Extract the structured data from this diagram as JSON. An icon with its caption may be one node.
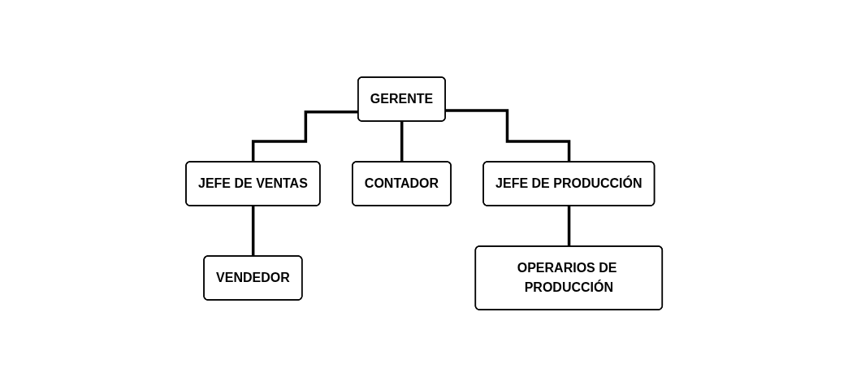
{
  "diagram": {
    "nodes": [
      {
        "text": [
          "GERENTE"
        ]
      },
      {
        "text": [
          "JEFE DE VENTAS"
        ]
      },
      {
        "text": [
          "CONTADOR"
        ]
      },
      {
        "text": [
          "JEFE DE PRODUCCIÓN"
        ]
      },
      {
        "text": [
          "VENDEDOR"
        ]
      },
      {
        "text": [
          "OPERARIOS DE PRODUCCIÓN"
        ]
      }
    ],
    "edges": [
      {
        "from": 0,
        "to": 1,
        "arrow": "none"
      },
      {
        "from": 0,
        "to": 2,
        "arrow": "none"
      },
      {
        "from": 0,
        "to": 3,
        "arrow": "none"
      },
      {
        "from": 1,
        "to": 4,
        "arrow": "none"
      },
      {
        "from": 3,
        "to": 5,
        "arrow": "none"
      }
    ]
  }
}
